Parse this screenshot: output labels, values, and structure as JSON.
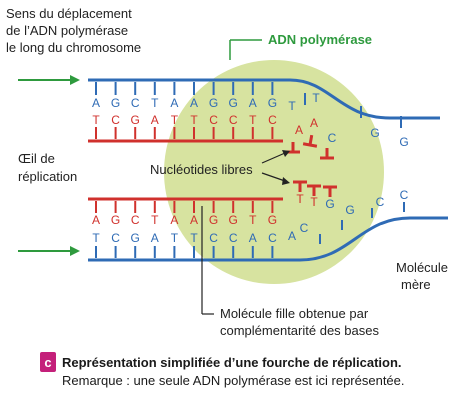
{
  "labels": {
    "displacement_lines": [
      "Sens du déplacement",
      "de l’ADN polymérase",
      "le long du chromosome"
    ],
    "polymerase": "ADN polymérase",
    "eye_lines": [
      "Œil de",
      "réplication"
    ],
    "nucleotides": "Nucléotides libres",
    "molecule_lines": [
      "Molécule",
      "mère"
    ],
    "daughter_lines": [
      "Molécule fille obtenue par",
      "complémentarité des bases"
    ]
  },
  "strands": {
    "top_parent": [
      "A",
      "G",
      "C",
      "T",
      "A",
      "A",
      "G",
      "G",
      "A",
      "G",
      "T"
    ],
    "top_daughter": [
      "T",
      "C",
      "G",
      "A",
      "T",
      "T",
      "C",
      "C",
      "T",
      "C"
    ],
    "bottom_daughter": [
      "A",
      "G",
      "C",
      "T",
      "A",
      "A",
      "G",
      "G",
      "T",
      "G"
    ],
    "bottom_parent": [
      "T",
      "C",
      "G",
      "A",
      "T",
      "T",
      "C",
      "C",
      "A",
      "C",
      "A"
    ],
    "top_tail": [
      "T",
      "G",
      "G"
    ],
    "bottom_tail": [
      "C",
      "G",
      "C",
      "C"
    ],
    "free_upper": [
      "A",
      "A",
      "C"
    ],
    "free_lower": [
      "T",
      "T",
      "G"
    ]
  },
  "caption": {
    "badge": "c",
    "title": "Représentation simplifiée d’une fourche de réplication.",
    "note": "Remarque : une seule ADN polymérase est ici représentée."
  },
  "colors": {
    "blue": "#2f6bb5",
    "red": "#d0312d",
    "green": "#2e9a3e",
    "blob": "#d7e3a0"
  }
}
